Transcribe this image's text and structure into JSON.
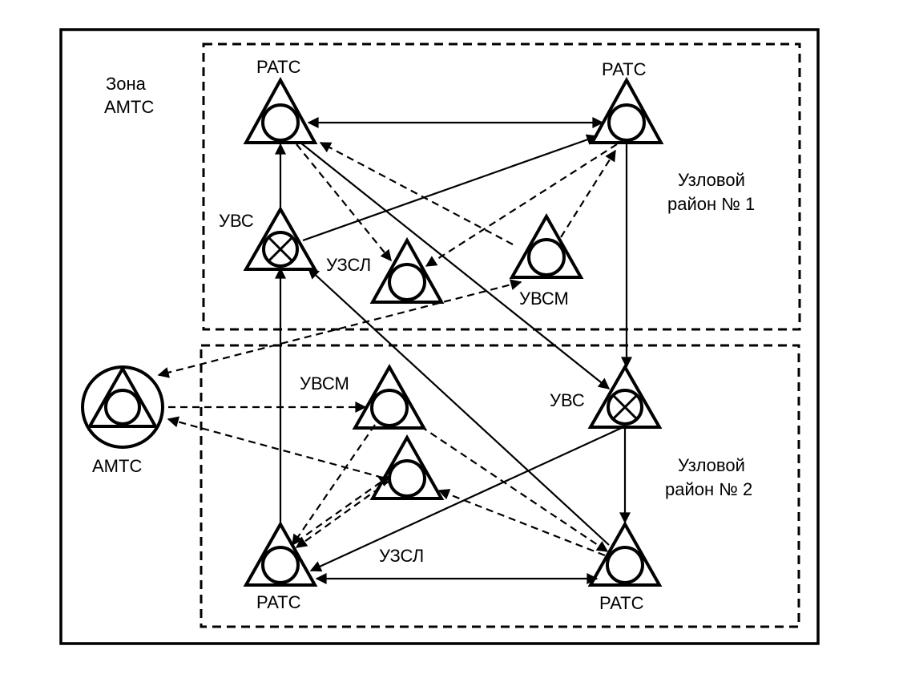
{
  "labels": {
    "zone_amts": [
      "Зона",
      "АМТС"
    ],
    "district1": [
      "Узловой",
      "район № 1"
    ],
    "district2": [
      "Узловой",
      "район № 2"
    ],
    "rats_tl": "РАТС",
    "rats_tr": "РАТС",
    "rats_bl": "РАТС",
    "rats_br": "РАТС",
    "uvs_1": "УВС",
    "uvs_2": "УВС",
    "uzsl_1": "УЗСЛ",
    "uzsl_2": "УЗСЛ",
    "uvsm_1": "УВСМ",
    "uvsm_2": "УВСМ",
    "amts": "АМТС"
  }
}
